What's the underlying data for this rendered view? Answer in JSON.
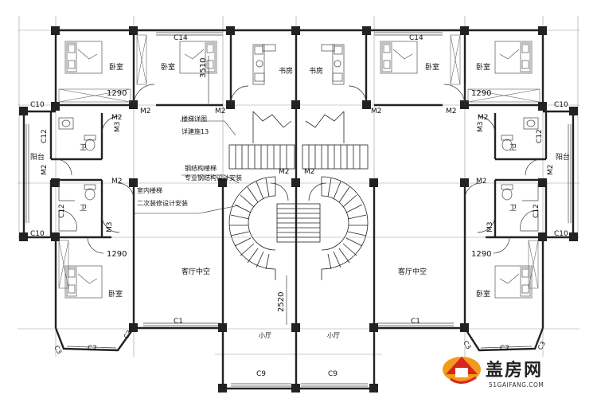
{
  "rooms": {
    "bedroom": "卧室",
    "study": "书房",
    "bath": "卫",
    "balcony": "阳台",
    "living_void": "客厅中空",
    "small_hall": "小厅"
  },
  "windows": {
    "c14": "C14",
    "c10": "C10",
    "c12": "C12",
    "c1": "C1",
    "c2": "C2",
    "c3": "C3",
    "c9": "C9"
  },
  "doors": {
    "m2": "M2",
    "m3": "M3"
  },
  "dims": {
    "d1290": "1290",
    "d3510": "3510",
    "d2520": "2520"
  },
  "notes": {
    "stair_detail_1": "楼梯详图",
    "stair_detail_2": "详建施13",
    "steel_stair_1": "钢结构楼梯",
    "steel_stair_2": "专业钢结构设计安装",
    "indoor_stair_1": "室内楼梯",
    "indoor_stair_2": "二次装修设计安装"
  },
  "logo": {
    "name": "盖房网",
    "url": "51GAIFANG.COM"
  },
  "colors": {
    "wall": "#222222",
    "logo_red": "#d7261e",
    "logo_orange": "#f39a1e"
  }
}
